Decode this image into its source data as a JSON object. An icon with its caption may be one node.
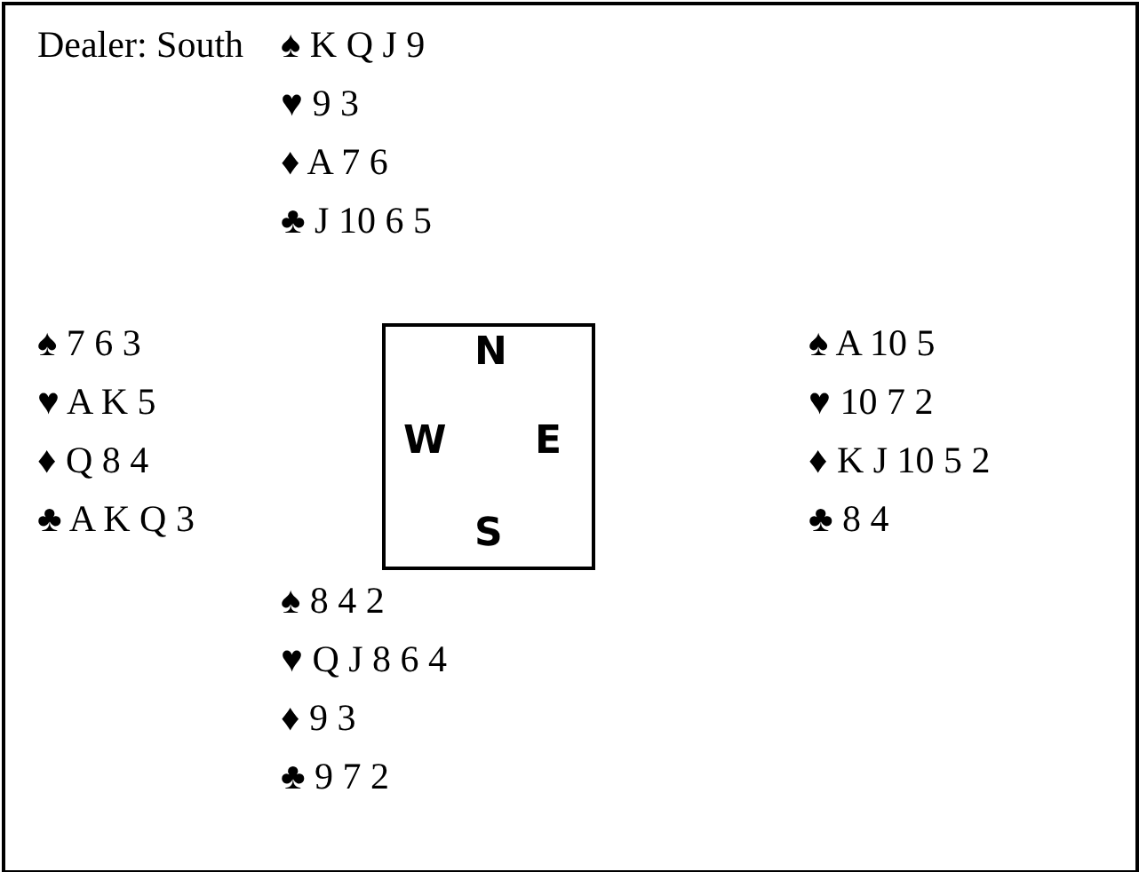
{
  "diagram": {
    "nodes": [
      {
        "text": [
          "N",
          "W",
          "E",
          "S"
        ]
      }
    ],
    "labels": [
      "Dealer: South",
      "♠ K Q J 9",
      "♥ 9 3",
      "♦ A 7 6",
      "♣ J 10 6 5",
      "♠ 7 6 3",
      "♥ A K 5",
      "♦ Q 8 4",
      "♣ A K Q 3",
      "♠ A 10 5",
      "♥ 10 7 2",
      "♦ K J 10 5 2",
      "♣ 8 4",
      "♠ 8 4 2",
      "♥ Q J 8 6 4",
      "♦ 9 3",
      "♣ 9 7 2"
    ]
  }
}
